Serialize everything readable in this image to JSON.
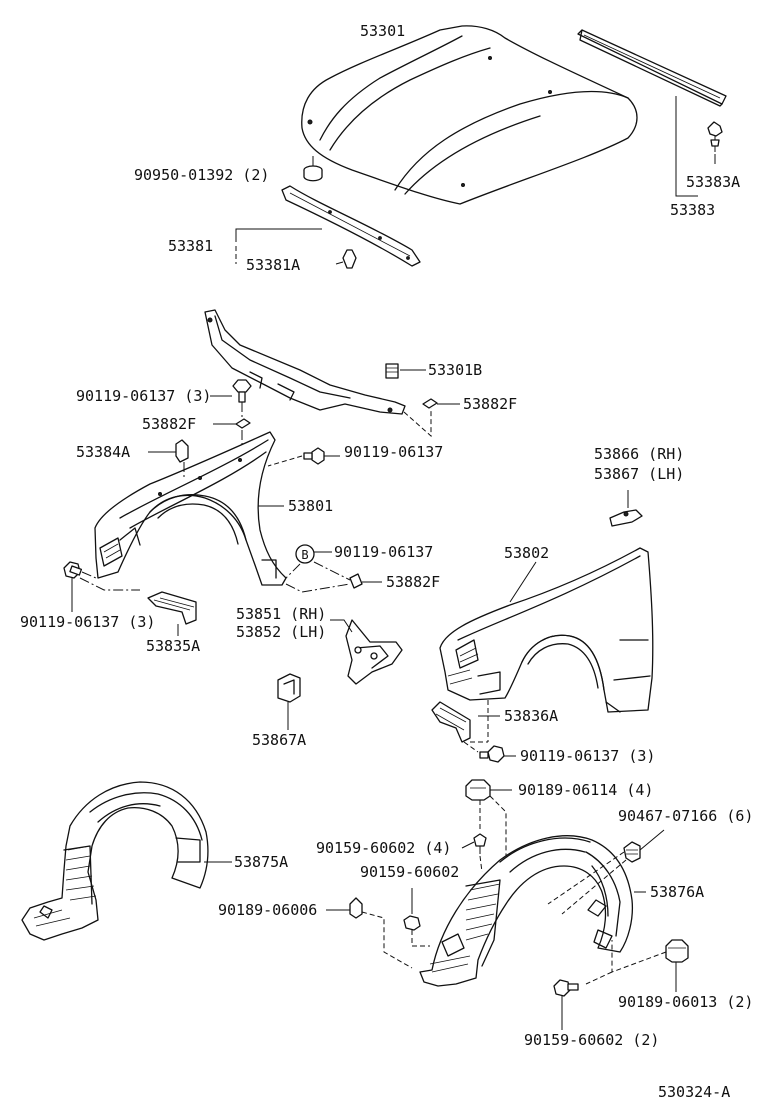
{
  "labels": {
    "hood": "53301",
    "hood_cushion": "90950-01392 (2)",
    "hood_seal_front": "53381",
    "hood_seal_front_clip": "53381A",
    "hood_seal_rear": "53383",
    "hood_seal_rear_clip": "53383A",
    "hood_support_clip": "53301B",
    "bolt_top_left": "90119-06137 (3)",
    "nut_left": "53882F",
    "nut_right": "53882F",
    "fender_clip": "53384A",
    "bolt_fender_top": "90119-06137",
    "fender_left": "53801",
    "bolt_b": "90119-06137",
    "b_marker": "B",
    "nut_lower": "53882F",
    "bolt_lower_left": "90119-06137 (3)",
    "bracket_left": "53835A",
    "bracket_rh": "53851 (RH)",
    "bracket_lh": "53852 (LH)",
    "bracket_small": "53867A",
    "brace_rh": "53866 (RH)",
    "brace_lh": "53867 (LH)",
    "fender_right": "53802",
    "bracket_right": "53836A",
    "bolt_lower_right": "90119-06137 (3)",
    "clip_top": "90189-06114 (4)",
    "clip_right": "90467-07166 (6)",
    "screw_4": "90159-60602 (4)",
    "liner_left": "53875A",
    "screw_single": "90159-60602",
    "clip_small": "90189-06006",
    "liner_right": "53876A",
    "clip_bottom": "90189-06013 (2)",
    "screw_bottom": "90159-60602 (2)",
    "figure_id": "530324-A"
  }
}
